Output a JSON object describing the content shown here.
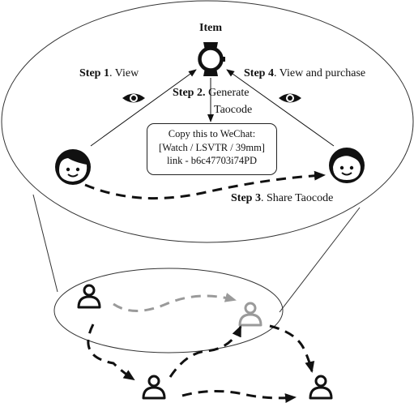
{
  "item": {
    "title": "Item"
  },
  "steps": {
    "step1": {
      "num": "Step 1",
      "text": ". View"
    },
    "step2": {
      "num": "Step 2.",
      "text_line1": " Generate",
      "text_line2": "Taocode"
    },
    "step3": {
      "num": "Step 3",
      "text": ". Share Taocode"
    },
    "step4": {
      "num": "Step 4",
      "text": ". View and purchase"
    }
  },
  "taocode_box": {
    "line1": "Copy this to WeChat:",
    "line2": "[Watch / LSVTR / 39mm]",
    "line3": "link - b6c47703i74PD"
  },
  "colors": {
    "ink": "#111111",
    "gray": "#8c8c8c",
    "light_gray": "#a6a6a6"
  }
}
